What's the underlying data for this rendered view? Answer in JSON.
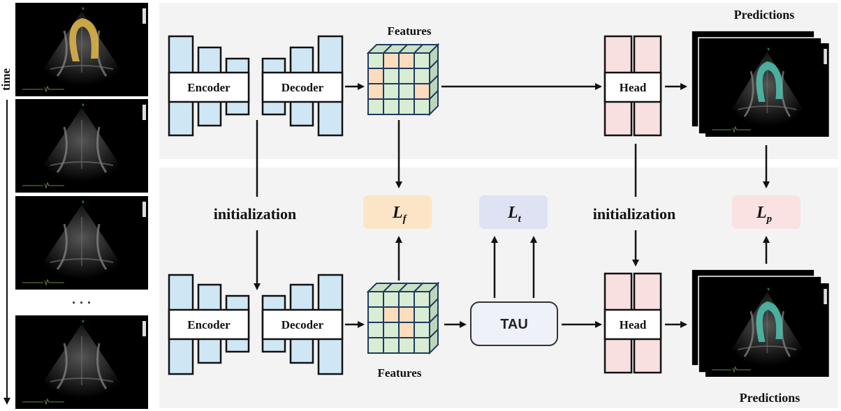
{
  "colors": {
    "panel_bg": "#f3f3f3",
    "encoder_fill": "#cfe6f5",
    "head_fill": "#f8dfe0",
    "feature_green": "#d9ecd4",
    "feature_orange": "#fbdcbc",
    "lf_fill": "#fce5c6",
    "lt_fill": "#dfe2f3",
    "lp_fill": "#fae2e3",
    "tau_fill": "#eef1f7",
    "echo_segment_yellow": "#d9b24a",
    "echo_segment_teal": "#4fc4b3"
  },
  "time_axis": {
    "label": "time",
    "ellipsis": "· · ·"
  },
  "top_branch": {
    "encoder_label": "Encoder",
    "decoder_label": "Decoder",
    "features_label": "Features",
    "head_label": "Head",
    "predictions_label": "Predictions"
  },
  "bottom_branch": {
    "encoder_label": "Encoder",
    "decoder_label": "Decoder",
    "features_label": "Features",
    "tau_label": "TAU",
    "head_label": "Head",
    "predictions_label": "Predictions"
  },
  "middle": {
    "init_left": "initialization",
    "init_right": "initialization",
    "loss_f": {
      "base": "L",
      "sub": "f"
    },
    "loss_t": {
      "base": "L",
      "sub": "t"
    },
    "loss_p": {
      "base": "L",
      "sub": "p"
    }
  }
}
